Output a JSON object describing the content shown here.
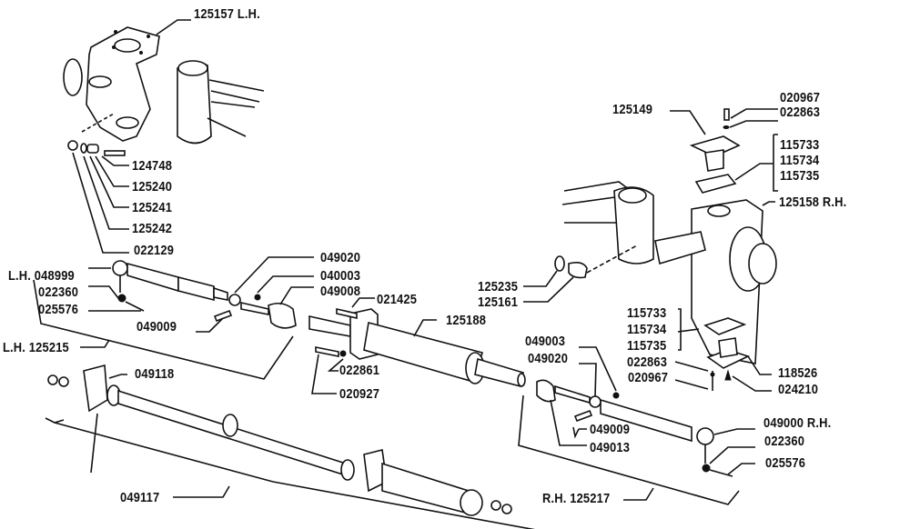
{
  "diagram": {
    "title": "Steering linkage exploded parts diagram",
    "labels": {
      "knuckle_lh": "125157 L.H.",
      "p124748": "124748",
      "p125240": "125240",
      "p125241": "125241",
      "p125242": "125242",
      "p022129": "022129",
      "lh_048999": "L.H. 048999",
      "lh_022360": "022360",
      "lh_025576": "025576",
      "lh_125215": "L.H. 125215",
      "lh_049020": "049020",
      "p040003": "040003",
      "p049008": "049008",
      "lh_049009": "049009",
      "p021425": "021425",
      "p125188": "125188",
      "p022861": "022861",
      "p020927": "020927",
      "p049118": "049118",
      "p049117": "049117",
      "p125149": "125149",
      "top_020967": "020967",
      "top_022863": "022863",
      "top_115733": "115733",
      "top_115734": "115734",
      "top_115735": "115735",
      "knuckle_rh": "125158 R.H.",
      "p125235": "125235",
      "p125161": "125161",
      "bot_115733": "115733",
      "bot_115734": "115734",
      "bot_115735": "115735",
      "bot_022863": "022863",
      "bot_020967": "020967",
      "p118526": "118526",
      "p024210": "024210",
      "p049003": "049003",
      "rh_049020": "049020",
      "rh_049009": "049009",
      "p049013": "049013",
      "rh_049000": "049000 R.H.",
      "rh_022360": "022360",
      "rh_025576": "025576",
      "rh_125217": "R.H. 125217"
    }
  }
}
